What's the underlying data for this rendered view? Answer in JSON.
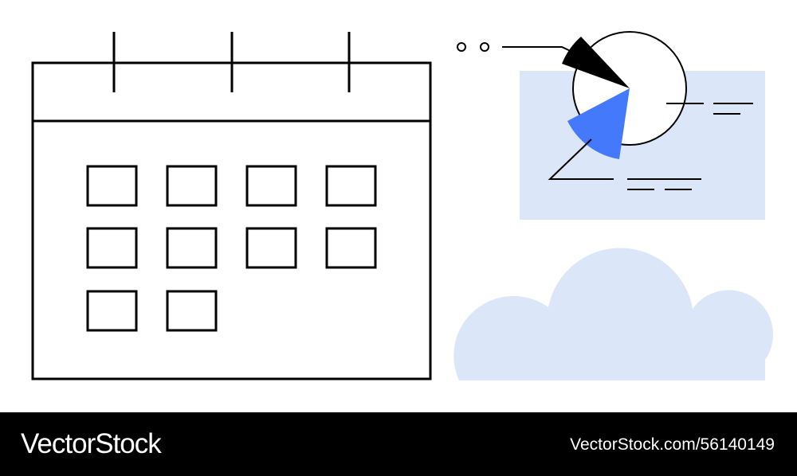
{
  "footer": {
    "brand": "VectorStock",
    "image_ref": "VectorStock.com/56140149"
  },
  "colors": {
    "background": "#ffffff",
    "outline": "#000000",
    "accent_blue": "#4479fb",
    "light_blue": "#dce6f9",
    "footer_bg": "#000000",
    "footer_text": "#ffffff"
  },
  "illustration": {
    "calendar": {
      "day_cells": 10,
      "binder_rings": 3
    },
    "icons": [
      "calendar-icon",
      "pie-chart-icon",
      "cloud-shape",
      "ellipsis-dots-icon"
    ]
  }
}
